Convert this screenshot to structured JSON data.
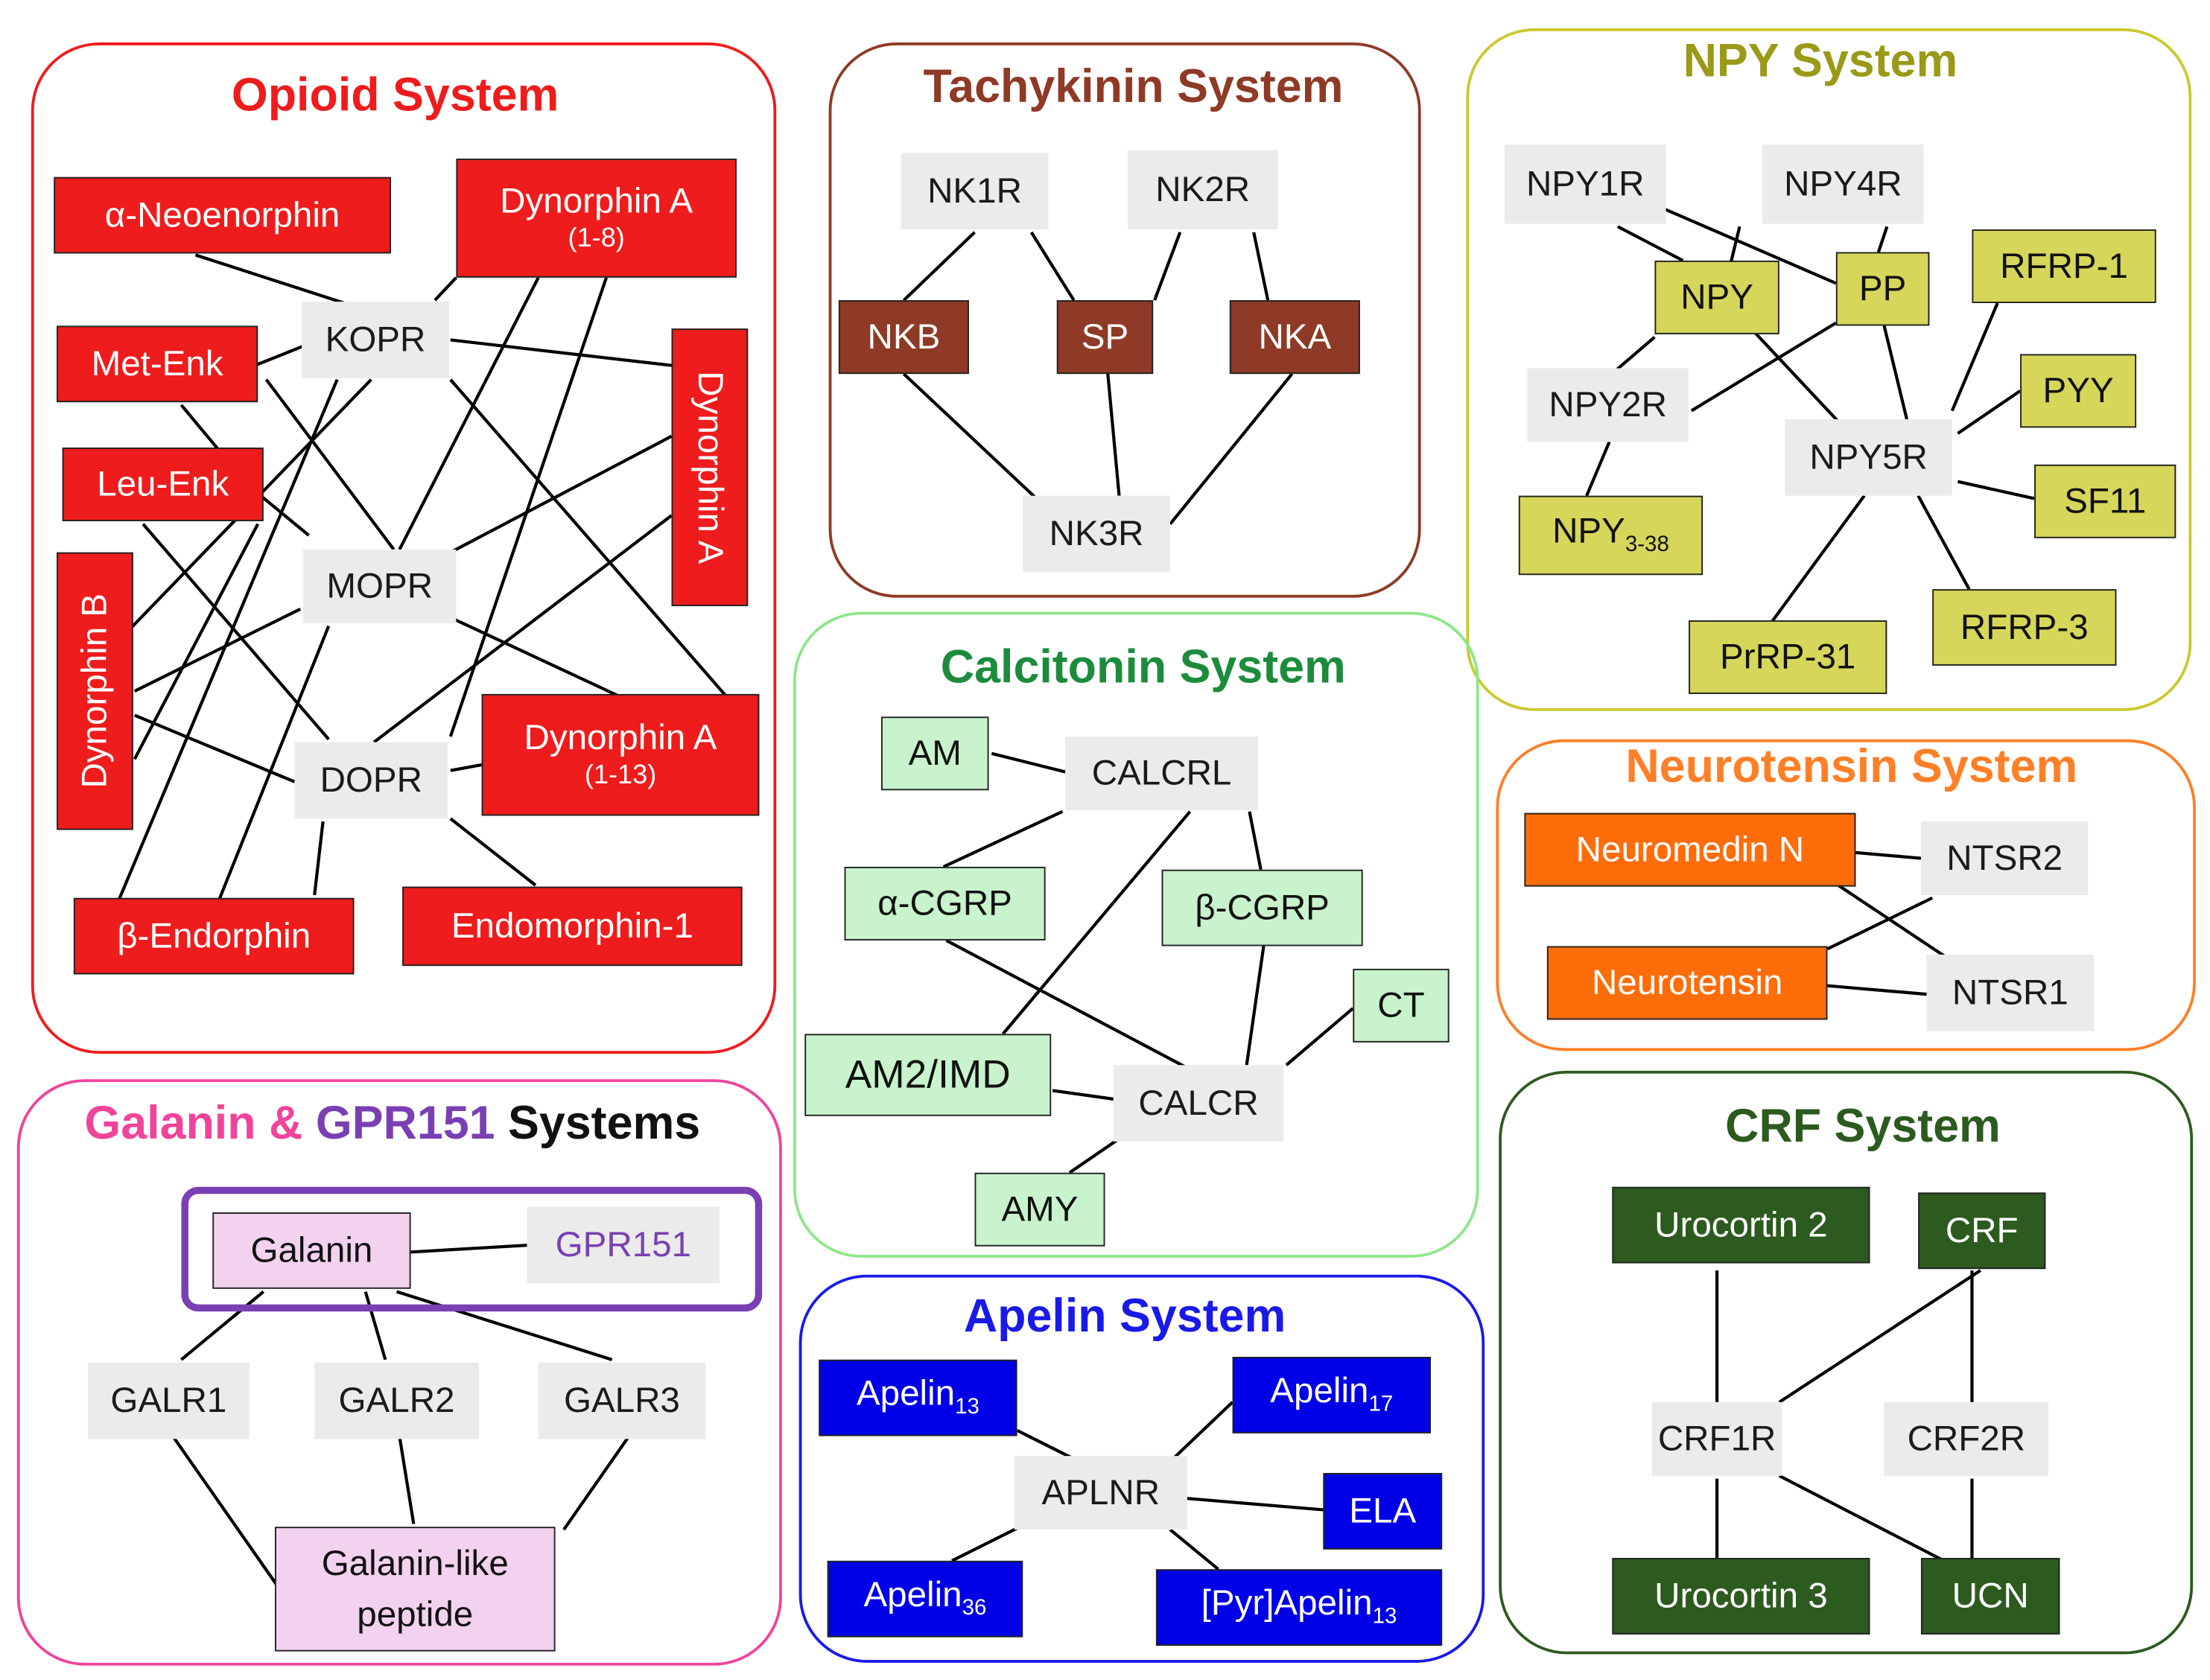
{
  "colors": {
    "opioid": "#ee1c1c",
    "tachykinin": "#8e3a26",
    "npy": "#c9c92e",
    "calcitonin": "#8ee68a",
    "neurotensin": "#ff7f27",
    "crf": "#2d5a1f",
    "galanin": "#f0449a",
    "gpr151": "#7a3fb3",
    "apelin": "#1a1ae6",
    "receptor_bg": "#ebebeb"
  },
  "opioid": {
    "title": "Opioid System",
    "ligands": {
      "neoenorphin": "α-Neoenorphin",
      "dynA18": "Dynorphin A",
      "dynA18_sub": "(1-8)",
      "metenk": "Met-Enk",
      "leuenk": "Leu-Enk",
      "dynA": "Dynorphin A",
      "dynB": "Dynorphin B",
      "dynA113": "Dynorphin A",
      "dynA113_sub": "(1-13)",
      "bendorphin": "β-Endorphin",
      "endomorphin": "Endomorphin-1"
    },
    "receptors": {
      "kopr": "KOPR",
      "mopr": "MOPR",
      "dopr": "DOPR"
    }
  },
  "tachykinin": {
    "title": "Tachykinin System",
    "receptors": {
      "nk1r": "NK1R",
      "nk2r": "NK2R",
      "nk3r": "NK3R"
    },
    "ligands": {
      "nkb": "NKB",
      "sp": "SP",
      "nka": "NKA"
    }
  },
  "npy": {
    "title": "NPY System",
    "receptors": {
      "npy1r": "NPY1R",
      "npy4r": "NPY4R",
      "npy2r": "NPY2R",
      "npy5r": "NPY5R"
    },
    "ligands": {
      "npy": "NPY",
      "pp": "PP",
      "rfrp1": "RFRP-1",
      "pyy": "PYY",
      "sf11": "SF11",
      "npy338": "NPY",
      "npy338_sub": "3-38",
      "prrp31": "PrRP-31",
      "rfrp3": "RFRP-3"
    }
  },
  "calcitonin": {
    "title": "Calcitonin System",
    "receptors": {
      "calcrl": "CALCRL",
      "calcr": "CALCR"
    },
    "ligands": {
      "am": "AM",
      "acgrp": "α-CGRP",
      "bcgrp": "β-CGRP",
      "ct": "CT",
      "am2imd": "AM2/IMD",
      "amy": "AMY"
    }
  },
  "neurotensin": {
    "title": "Neurotensin System",
    "receptors": {
      "ntsr2": "NTSR2",
      "ntsr1": "NTSR1"
    },
    "ligands": {
      "neuromedin": "Neuromedin N",
      "neurotensin": "Neurotensin"
    }
  },
  "galanin": {
    "title_part1": "Galanin",
    "title_amp": "&",
    "title_part2": "GPR151",
    "title_part3": "Systems",
    "ligands": {
      "galanin": "Galanin",
      "galp": "Galanin-like",
      "galp2": "peptide"
    },
    "receptors": {
      "gpr151": "GPR151",
      "galr1": "GALR1",
      "galr2": "GALR2",
      "galr3": "GALR3"
    }
  },
  "apelin": {
    "title": "Apelin System",
    "receptors": {
      "aplnr": "APLNR"
    },
    "ligands": {
      "apelin13": "Apelin",
      "apelin13_sub": "13",
      "apelin17": "Apelin",
      "apelin17_sub": "17",
      "ela": "ELA",
      "apelin36": "Apelin",
      "apelin36_sub": "36",
      "pyrapelin13": "[Pyr]Apelin",
      "pyrapelin13_sub": "13"
    }
  },
  "crf": {
    "title": "CRF System",
    "receptors": {
      "crf1r": "CRF1R",
      "crf2r": "CRF2R"
    },
    "ligands": {
      "ucn2": "Urocortin 2",
      "crf": "CRF",
      "ucn3": "Urocortin 3",
      "ucn": "UCN"
    }
  }
}
